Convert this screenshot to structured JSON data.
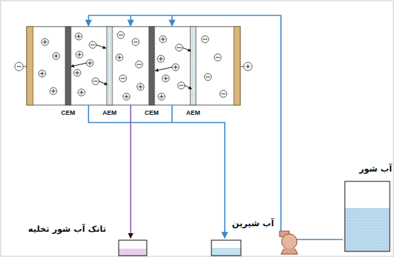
{
  "diagram": {
    "nodes": [
      {
        "text": [
          "تانک آب شور تخلیه"
        ]
      },
      {
        "text": [
          "آب شیرین"
        ]
      },
      {
        "text": [
          "آب شور"
        ]
      }
    ],
    "labels": [
      "CEM",
      "AEM",
      "CEM",
      "AEM"
    ]
  }
}
